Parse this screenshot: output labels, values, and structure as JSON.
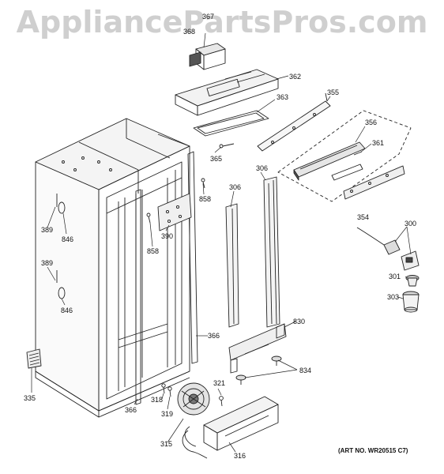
{
  "watermark": "AppliancePartsPros.com",
  "art_number": "(ART NO. WR20515 C7)",
  "callouts": {
    "c367": "367",
    "c368": "368",
    "c362": "362",
    "c363": "363",
    "c355": "355",
    "c356": "356",
    "c361": "361",
    "c354": "354",
    "c365": "365",
    "c306a": "306",
    "c306b": "306",
    "c858a": "858",
    "c858b": "858",
    "c390": "390",
    "c389a": "389",
    "c389b": "389",
    "c846a": "846",
    "c846b": "846",
    "c300": "300",
    "c301": "301",
    "c303": "303",
    "c830": "830",
    "c834": "834",
    "c366a": "366",
    "c366b": "366",
    "c321": "321",
    "c318": "318",
    "c319": "319",
    "c315": "315",
    "c316": "316",
    "c335": "335"
  }
}
